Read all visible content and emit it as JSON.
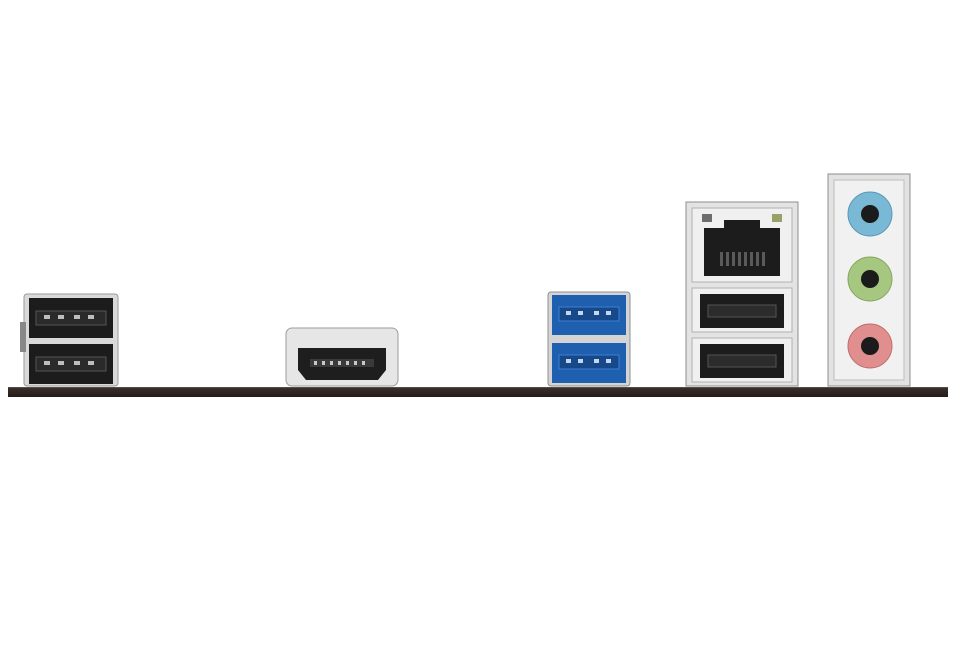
{
  "scene": {
    "background": "#ffffff",
    "board_color": "#2e2420"
  },
  "ports": [
    {
      "id": "usb2-stack",
      "icon": "usb2-dual-port-icon",
      "color": "#1e1e1e"
    },
    {
      "id": "hdmi",
      "icon": "hdmi-port-icon",
      "color": "#222222"
    },
    {
      "id": "usb3-stack",
      "icon": "usb3-dual-port-icon",
      "color": "#1f5fb0"
    },
    {
      "id": "lan-usb-stack",
      "icon": "lan-usb-combo-icon",
      "color": "#1a1a1a"
    },
    {
      "id": "audio-stack",
      "icon": "audio-jacks-icon",
      "jacks": [
        {
          "name": "line-in",
          "color": "#7ab9d6"
        },
        {
          "name": "line-out",
          "color": "#a6c77f"
        },
        {
          "name": "mic-in",
          "color": "#e08e8e"
        }
      ]
    }
  ]
}
